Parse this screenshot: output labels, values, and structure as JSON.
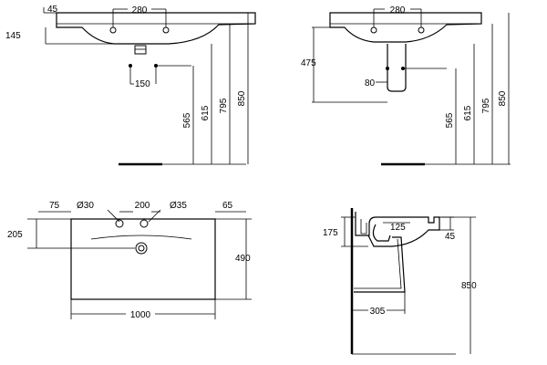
{
  "views": {
    "front_pedestal_none": {
      "dims": {
        "top_offset": "45",
        "tap_spacing": "280",
        "basin_depth": "145",
        "waste_spacing": "150",
        "h_565": "565",
        "h_615": "615",
        "h_795": "795",
        "h_850": "850"
      }
    },
    "front_pedestal": {
      "dims": {
        "tap_spacing": "280",
        "h_475": "475",
        "waste_offset": "80",
        "h_565": "565",
        "h_615": "615",
        "h_795": "795",
        "h_850": "850"
      }
    },
    "plan": {
      "dims": {
        "left_offset": "75",
        "hole_left": "Ø30",
        "hole_spacing": "200",
        "hole_right": "Ø35",
        "right_offset": "65",
        "depth_205": "205",
        "depth_490": "490",
        "width_1000": "1000"
      }
    },
    "side": {
      "dims": {
        "h_175": "175",
        "bowl_125": "125",
        "lip_45": "45",
        "projection_305": "305",
        "h_850": "850"
      }
    }
  }
}
